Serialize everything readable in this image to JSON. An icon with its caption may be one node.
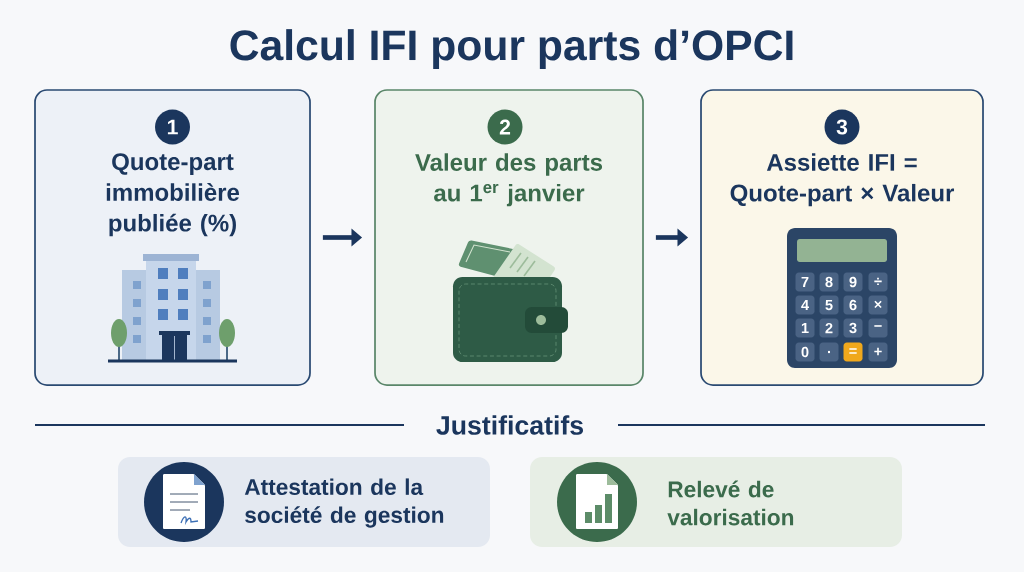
{
  "diagram": {
    "title": "Calcul IFI pour parts d’OPCI",
    "nodes": [
      {
        "text": [
          "Quote-part immobilière publiée (%)"
        ]
      },
      {
        "text": [
          "1"
        ],
        "in": 0
      },
      {
        "text": [
          "Valeur des parts au 1$^{er}$ janvier"
        ]
      },
      {
        "text": [
          "2"
        ],
        "in": 2
      },
      {
        "text": [
          "Assiette IFI = Quote-part × Valeur"
        ]
      },
      {
        "text": [
          "3"
        ],
        "in": 4
      },
      {
        "text": [
          "Attestation de la société de gestion"
        ]
      },
      {
        "text": [
          "Relevé de valorisation"
        ]
      }
    ],
    "edges": [
      {
        "from": 0,
        "to": 2,
        "arrow": "to"
      },
      {
        "from": 2,
        "to": 4,
        "arrow": "to"
      }
    ],
    "labels": [
      "7",
      "8",
      "9",
      "÷",
      "4",
      "5",
      "6",
      "×",
      "1",
      "2",
      "3",
      "−",
      "0",
      ".",
      "=",
      "+",
      "Justificatifs"
    ]
  }
}
